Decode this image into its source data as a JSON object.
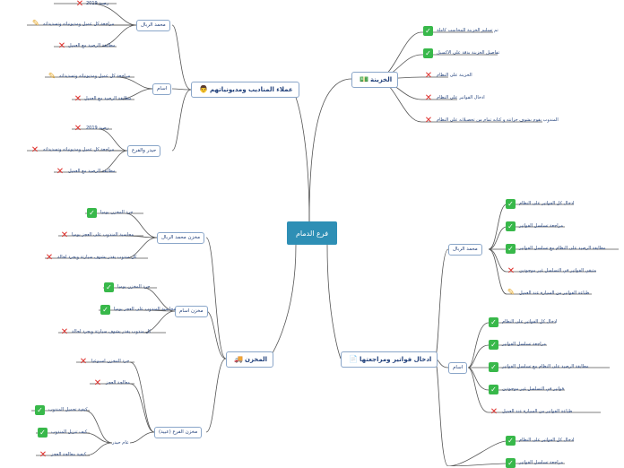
{
  "root": "فرع الدمام",
  "branches": {
    "treasury": {
      "label": "الخزينة",
      "icon": "💵",
      "items": [
        "تم تسليم الخزينة للمحاسب كاملة",
        "تفاصيل الخزينة بدقة على الاكسيل",
        "الخزينة على النظام",
        "ادخال الفواتير على النظام",
        "المندوب يقوم بشوف خزانته و كتابه تمام من تحصيلاته على النظام"
      ]
    },
    "agents": {
      "label": "عملاء المناديب ومديونياتهم",
      "icon": "👨",
      "groups": [
        {
          "name": "محمد الربال",
          "items": [
            "رصيد 2019",
            "مراجعة كل عميل ومديونياته وتسديداته",
            "مطابقة الرصيد مع العميل"
          ]
        },
        {
          "name": "اسام",
          "items": [
            "مراجعة كل عميل ومديونياته وتسديداته",
            "مطابقة الرصيد مع العميل"
          ]
        },
        {
          "name": "حيدر والفرع",
          "items": [
            "رصيد 2019",
            "مراجعة كل عميل ومديونياته وتسديداته",
            "مطابقة الرصيد مع العميل"
          ]
        }
      ]
    },
    "warehouse": {
      "label": "المخزن",
      "icon": "🚚",
      "groups": [
        {
          "name": "مخزن محمد الربال",
          "items": [
            "جرد المخزن يوميا",
            "محاسبة المندوب على العجز يوميا",
            "كل مندوب يقدر يشوف سيارتة ويجرد لحالة"
          ]
        },
        {
          "name": "مخزن اسام",
          "items": [
            "جرد المخزن يوميا",
            "محاسبة المندوب على العجز يوميا",
            "كل مندوب يقدر يشوف سيارتة ويجرد لحالة"
          ]
        },
        {
          "name": "مخزن الفرع (عبيد)",
          "sub": "عام حيدر",
          "items": [
            "جرد المخزن اسبوعيا",
            "معالجة العجز",
            "كيفية تحميل المندوب",
            "كيف تنزيل المندوب",
            "كيفية معالجة العجز"
          ]
        }
      ]
    },
    "invoices": {
      "label": "ادخال فواتير ومراجعتها",
      "icon": "📄",
      "groups": [
        {
          "name": "محمد الربال",
          "items": [
            "ادخال كل الفواتير على النظام",
            "مراجعة تسلسل الفواتير",
            "مطابقة الرصيد على النظام مع تسلسل الفواتير",
            "متبقي الفواتير في التسلسل غير موجودين",
            "طباعة الفواتير من السيارة عند العميل"
          ]
        },
        {
          "name": "اسام",
          "items": [
            "ادخال كل الفواتير على النظام",
            "مراجعة تسلسل الفواتير",
            "مطابقة الرصيد على النظام مع تسلسل الفواتير",
            "فواتير في التسلسل غير موجودين",
            "طباعة الفواتير من السيارة عند العميل"
          ]
        },
        {
          "name": "",
          "items": [
            "ادخال كل الفواتير على النظام",
            "مراجعة تسلسل الفواتير"
          ]
        }
      ]
    }
  }
}
